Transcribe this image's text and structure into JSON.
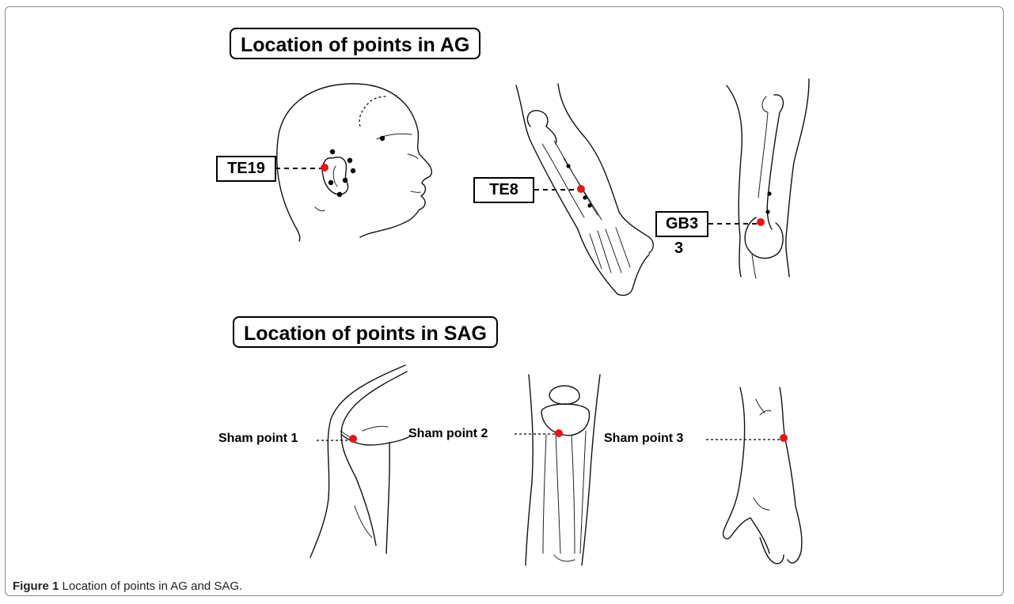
{
  "ag_title": "Location of points in AG",
  "sag_title": "Location of points in SAG",
  "points": {
    "te19": "TE19",
    "te8": "TE8",
    "gb33_line1": "GB3",
    "gb33_line2": "3"
  },
  "sham": {
    "p1": "Sham point 1",
    "p2": "Sham point 2",
    "p3": "Sham point 3"
  },
  "caption": {
    "label": "Figure 1",
    "text": "Location of points in AG and SAG."
  },
  "colors": {
    "acupoint": "#e8141b",
    "line": "#000000",
    "frame": "#8a8a8a"
  }
}
